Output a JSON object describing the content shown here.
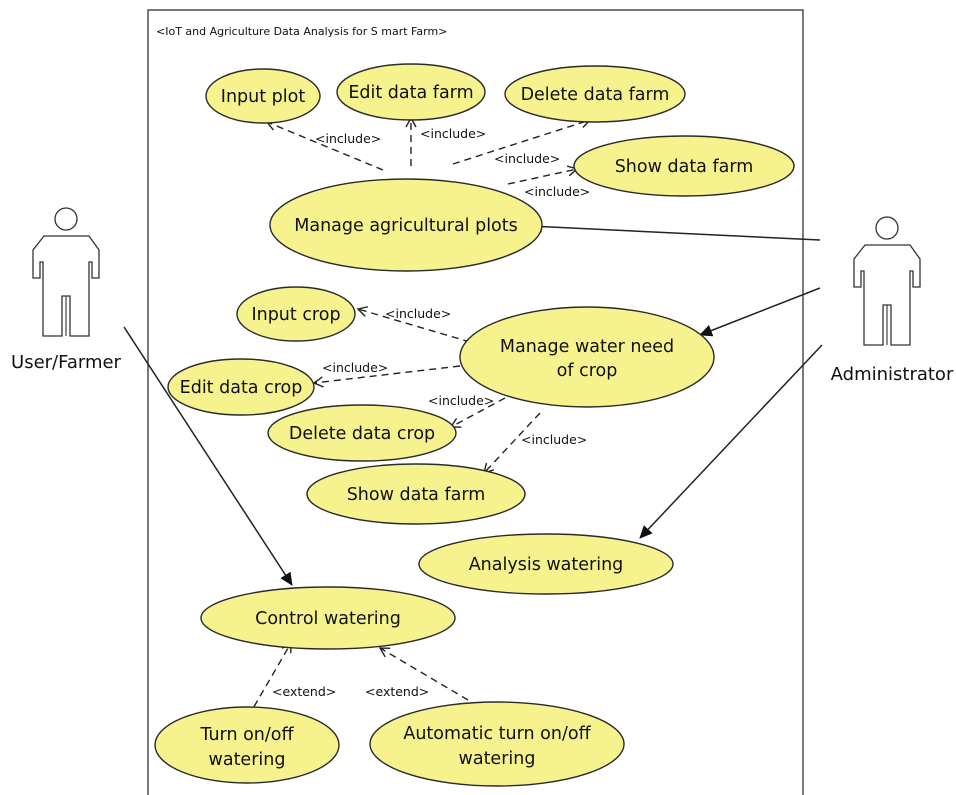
{
  "system": {
    "title": "<IoT and Agriculture Data Analysis for S  mart Farm>"
  },
  "actors": {
    "farmer": "User/Farmer",
    "admin": "Administrator"
  },
  "use_cases": {
    "input_plot": "Input plot",
    "edit_data_farm": "Edit data farm",
    "delete_data_farm": "Delete data farm",
    "show_data_farm_1": "Show data farm",
    "manage_plots": "Manage agricultural plots",
    "input_crop": "Input crop",
    "manage_water_1": "Manage water need",
    "manage_water_2": "of crop",
    "edit_data_crop": "Edit data crop",
    "delete_data_crop": "Delete data crop",
    "show_data_farm_2": "Show data farm",
    "analysis_watering": "Analysis watering",
    "control_watering": "Control watering",
    "turn_onoff_1": "Turn on/off",
    "turn_onoff_2": "watering",
    "auto_onoff_1": "Automatic turn on/off",
    "auto_onoff_2": "watering"
  },
  "relations": {
    "include": "<include>",
    "extend": "<extend>"
  }
}
